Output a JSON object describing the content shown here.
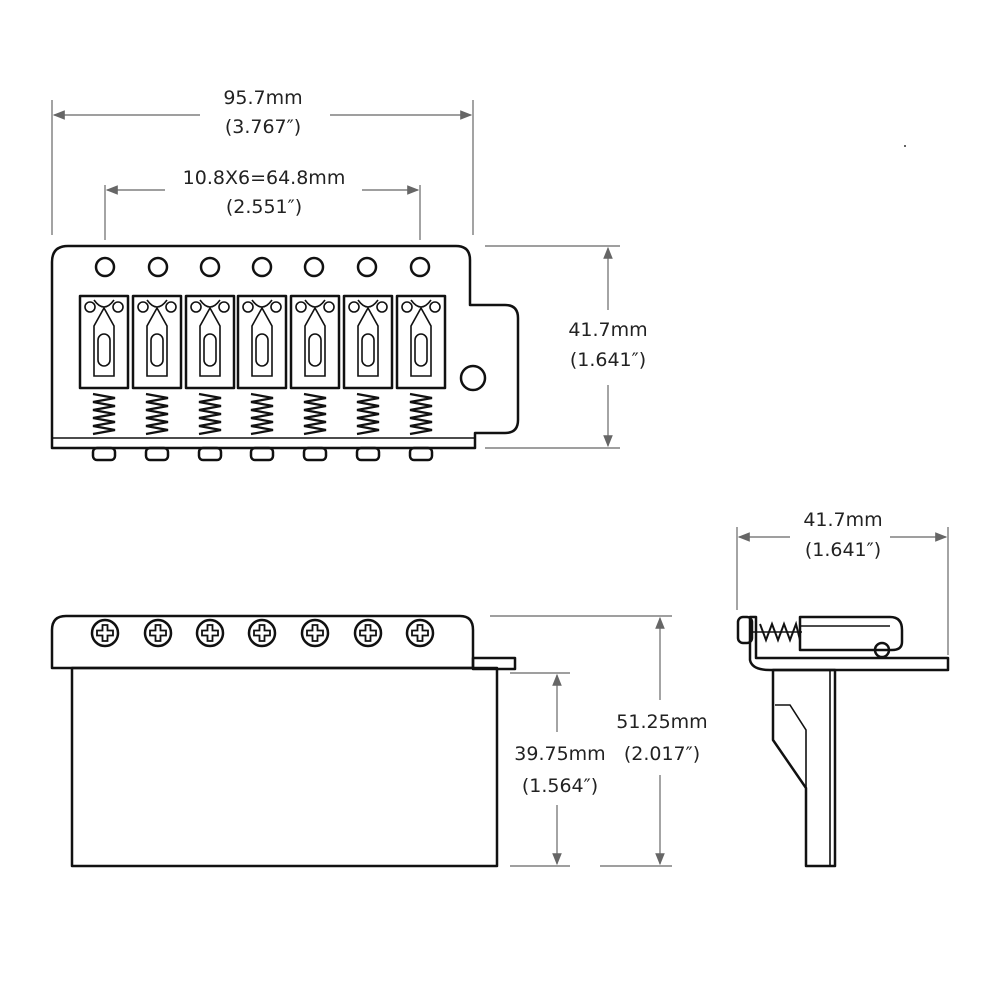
{
  "dimensions": {
    "overall_width": {
      "mm": "95.7mm",
      "inch": "(3.767″)"
    },
    "string_spacing": {
      "mm": "10.8X6=64.8mm",
      "inch": "(2.551″)"
    },
    "plate_depth": {
      "mm": "41.7mm",
      "inch": "(1.641″)"
    },
    "side_depth": {
      "mm": "41.7mm",
      "inch": "(1.641″)"
    },
    "total_height": {
      "mm": "51.25mm",
      "inch": "(2.017″)"
    },
    "block_height": {
      "mm": "39.75mm",
      "inch": "(1.564″)"
    }
  },
  "views": {
    "top": "top-view",
    "front": "front-view",
    "side": "side-view"
  },
  "saddle_count": 7,
  "colors": {
    "line": "#111111",
    "dimension": "#666666",
    "background": "#ffffff"
  }
}
